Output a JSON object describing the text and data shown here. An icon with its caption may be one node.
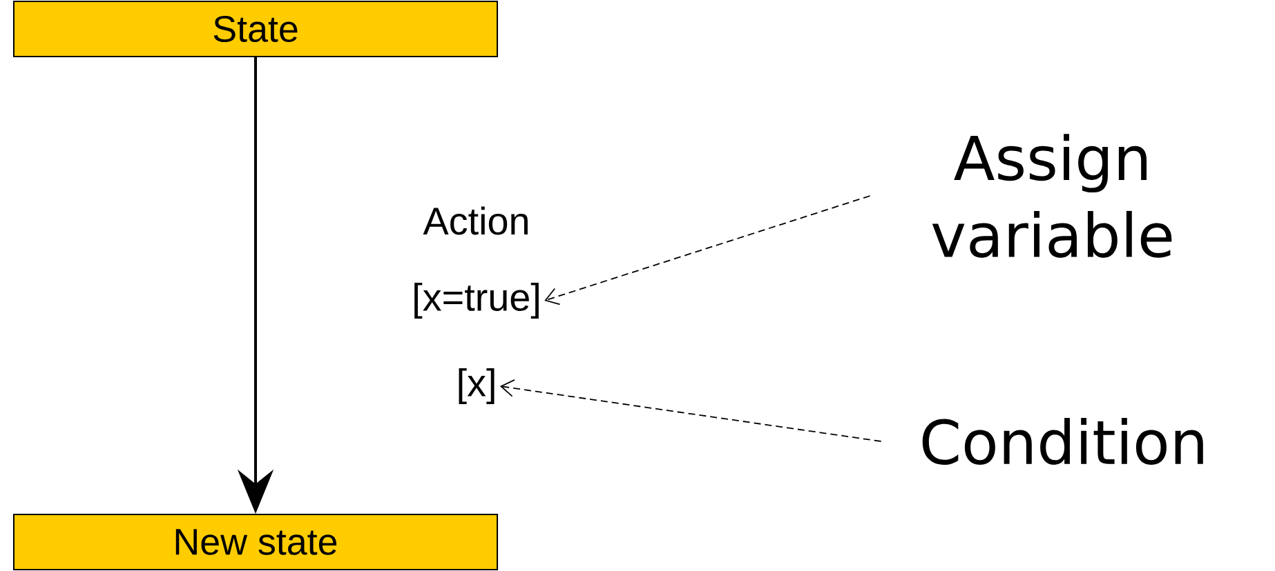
{
  "diagram": {
    "nodes": [
      {
        "text": [
          "State"
        ]
      },
      {
        "text": [
          "New state"
        ]
      },
      {
        "text": [
          "Assign variable"
        ]
      },
      {
        "text": [
          "Condition"
        ]
      },
      {
        "text": [
          "[x=true]"
        ]
      },
      {
        "text": [
          "[x]"
        ]
      }
    ],
    "edges": [
      {
        "from": 0,
        "to": 1,
        "arrow": "to",
        "label": "Action"
      },
      {
        "from": 2,
        "to": 4,
        "arrow": "to",
        "style": "dashed"
      },
      {
        "from": 3,
        "to": 5,
        "arrow": "to",
        "style": "dashed"
      }
    ]
  }
}
